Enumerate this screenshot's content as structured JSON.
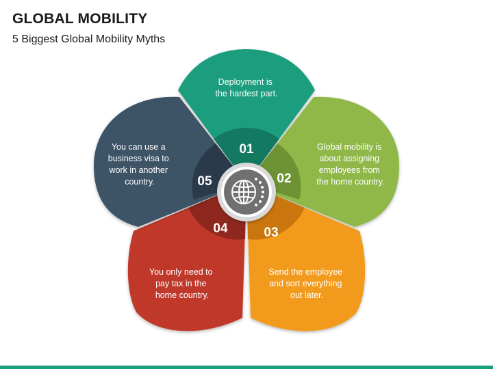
{
  "header": {
    "title": "GLOBAL MOBILITY",
    "subtitle": "5 Biggest Global Mobility Myths"
  },
  "center": {
    "icon": "globe-icon"
  },
  "petals": [
    {
      "number": "01",
      "lines": [
        "Deployment is",
        "the hardest part."
      ],
      "color": "#1a9e7e",
      "inner_color": "#137a61"
    },
    {
      "number": "02",
      "lines": [
        "Global mobility is",
        "about assigning",
        "employees from",
        "the home country."
      ],
      "color": "#8fb84a",
      "inner_color": "#6c9233"
    },
    {
      "number": "03",
      "lines": [
        "Send the employee",
        "and sort everything",
        "out later."
      ],
      "color": "#f29a1f",
      "inner_color": "#c9760f"
    },
    {
      "number": "04",
      "lines": [
        "You only need to",
        "pay tax in the",
        "home country."
      ],
      "color": "#c0392b",
      "inner_color": "#8e281e"
    },
    {
      "number": "05",
      "lines": [
        "You can use a",
        "business visa to",
        "work in another",
        "country."
      ],
      "color": "#3e5266",
      "inner_color": "#2b3a4a"
    }
  ],
  "colors": {
    "bottom_bar": "#1a9e7e"
  }
}
